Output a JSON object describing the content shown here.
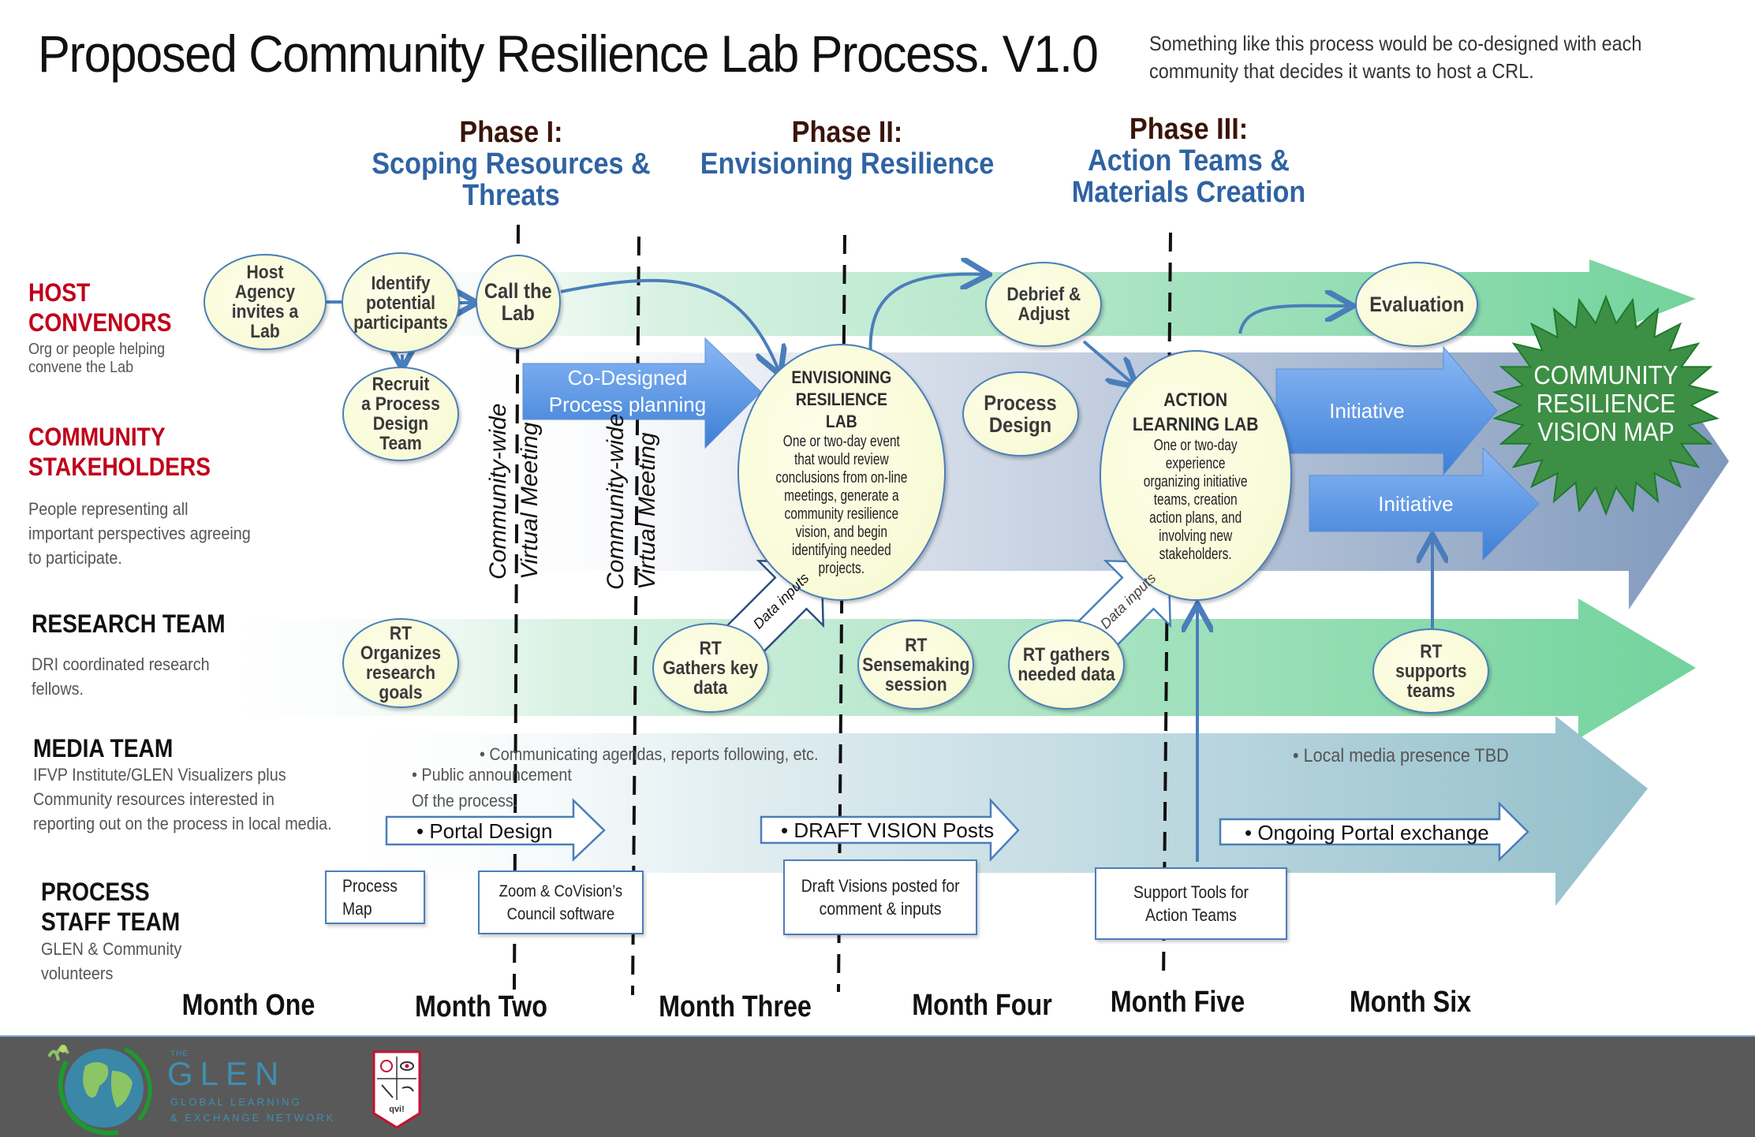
{
  "title": "Proposed Community Resilience Lab Process. V1.0",
  "note": "Something like this process would be co-designed with each\ncommunity that decides it wants to host a CRL.",
  "phases": [
    {
      "label": "Phase I:",
      "name": "Scoping Resources &\nThreats"
    },
    {
      "label": "Phase II:",
      "name": "Envisioning Resilience"
    },
    {
      "label": "Phase III:",
      "name": "Action Teams &\nMaterials Creation"
    }
  ],
  "lanes": {
    "host": {
      "title": "HOST\nCONVENORS",
      "desc": "Org or people helping\nconvene the Lab"
    },
    "community": {
      "title": "COMMUNITY\nSTAKEHOLDERS",
      "desc": "People representing all\nimportant perspectives agreeing\nto participate."
    },
    "research": {
      "title": "RESEARCH TEAM",
      "desc": "DRI coordinated research\nfellows."
    },
    "media": {
      "title": "MEDIA TEAM",
      "desc": "IFVP Institute/GLEN Visualizers plus\nCommunity resources interested in\nreporting out on the process in local media."
    },
    "staff": {
      "title": "PROCESS\nSTAFF TEAM",
      "desc": "GLEN & Community\nvolunteers"
    }
  },
  "bubbles": {
    "host_agency": "Host\nAgency\ninvites a\nLab",
    "identify": "Identify\npotential\nparticipants",
    "call_lab": "Call the\nLab",
    "recruit": "Recruit\na Process\nDesign Team",
    "rt_organizes": "RT Organizes\nresearch\ngoals",
    "rt_gathers_key": "RT\nGathers key\ndata",
    "process_design": "Process\nDesign",
    "debrief": "Debrief &\nAdjust",
    "rt_sensemaking": "RT\nSensemaking\nsession",
    "rt_gathers_needed": "RT gathers\nneeded data",
    "evaluation": "Evaluation",
    "rt_supports": "RT\nsupports\nteams",
    "envisioning": {
      "title": "ENVISIONING\nRESILIENCE\nLAB",
      "body": "One or two-day event\nthat would review\nconclusions from on-line\nmeetings, generate a\ncommunity resilience\nvision, and begin\nidentifying needed\nprojects."
    },
    "action_lab": {
      "title": "ACTION\nLEARNING LAB",
      "body": "One or two-day\nexperience\norganizing initiative\nteams, creation\naction plans, and\ninvolving new\nstakeholders."
    }
  },
  "meetings": [
    {
      "line1": "Community-wide",
      "line2": "Virtual Meeting"
    },
    {
      "line1": "Community-wide",
      "line2": "Virtual Meeting"
    }
  ],
  "arrows": {
    "co_designed": "Co-Designed\nProcess planning",
    "initiative_1": "Initiative",
    "initiative_2": "Initiative",
    "data_inputs_1": "Data inputs",
    "data_inputs_2": "Data inputs",
    "portal_design": "• Portal Design",
    "draft_vision_posts": "• DRAFT VISION Posts",
    "ongoing_portal": "• Ongoing Portal exchange"
  },
  "vision_map": "COMMUNITY\nRESILIENCE\nVISION MAP",
  "media_notes": {
    "communicating": "• Communicating agendas, reports following, etc.",
    "public": "• Public announcement",
    "of_process": "Of the process.",
    "local_media": "• Local media presence TBD"
  },
  "staff_boxes": {
    "process_map": "Process\nMap",
    "zoom": "Zoom & CoVision’s\nCouncil software",
    "draft_visions": "Draft Visions posted for\ncomment & inputs",
    "support_tools": "Support Tools for\nAction Teams"
  },
  "months": [
    "Month One",
    "Month Two",
    "Month Three",
    "Month Four",
    "Month Five",
    "Month Six"
  ],
  "footer": {
    "glen_the": "THE",
    "glen_name": "GLEN",
    "glen_sub1": "GLOBAL LEARNING",
    "glen_sub2": "& EXCHANGE NETWORK",
    "ifvp_logo": "ifvp institute"
  },
  "colors": {
    "host_red": "#c0001a",
    "phase_blue": "#2f63a3",
    "bubble_fill": "#f8fbd8",
    "bubble_stroke": "#4a7ebb",
    "vision_green": "#3d8f45",
    "footer_bg": "#595959"
  }
}
